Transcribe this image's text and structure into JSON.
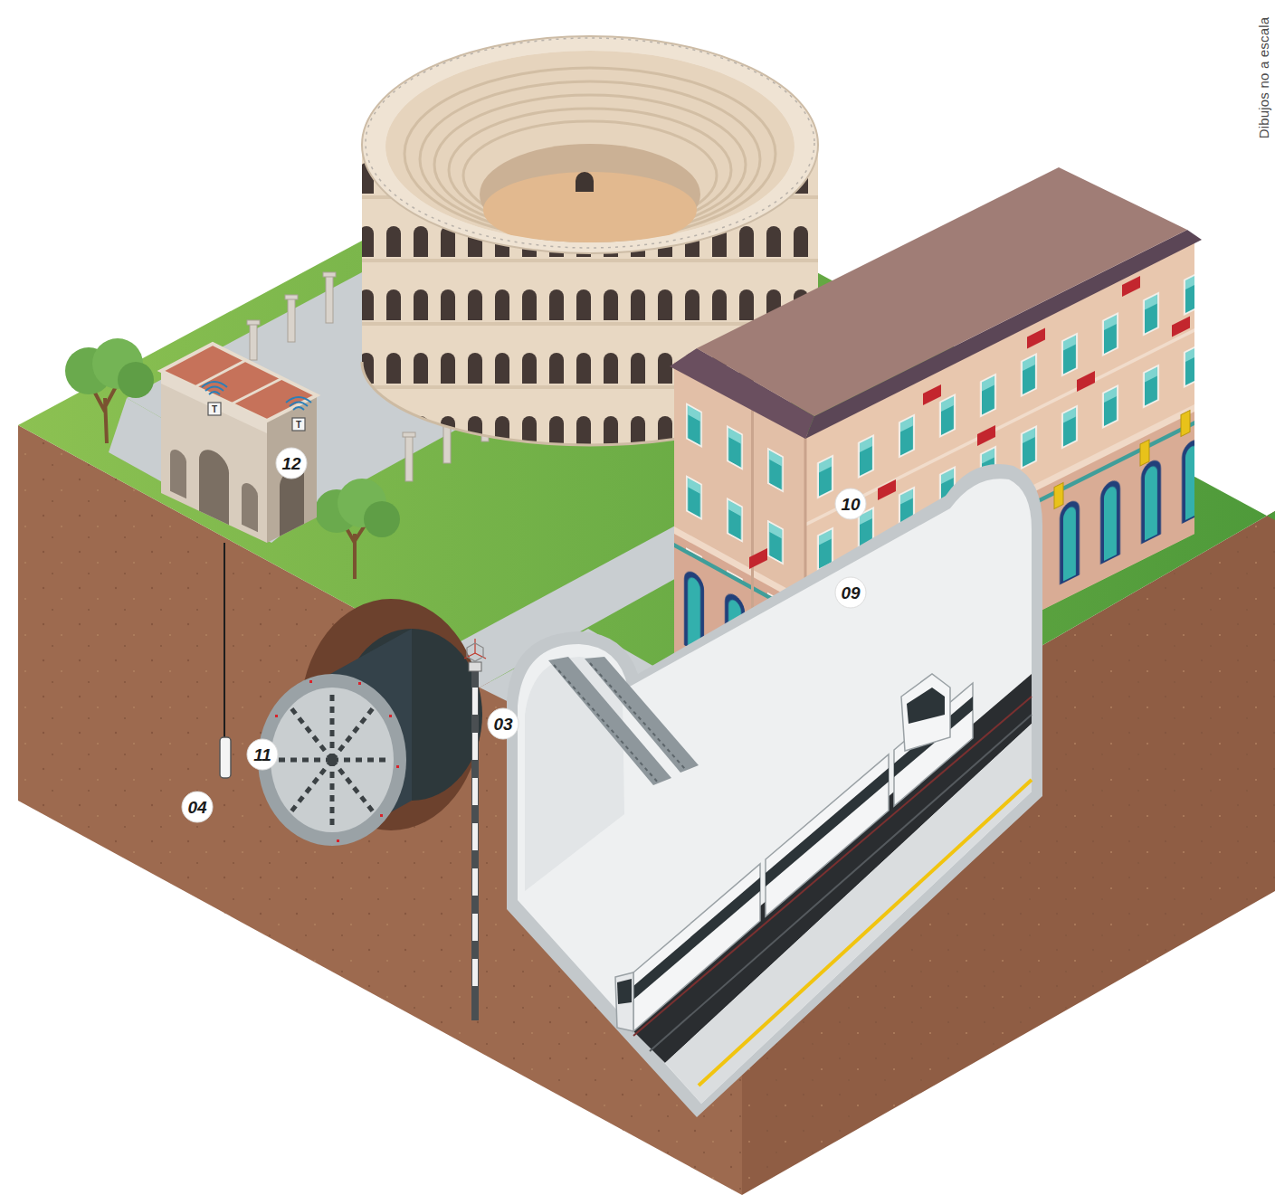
{
  "diagram": {
    "labels": [
      "Dibujos no a escala",
      "T",
      "T",
      "12",
      "10",
      "09",
      "03",
      "11",
      "04"
    ]
  }
}
